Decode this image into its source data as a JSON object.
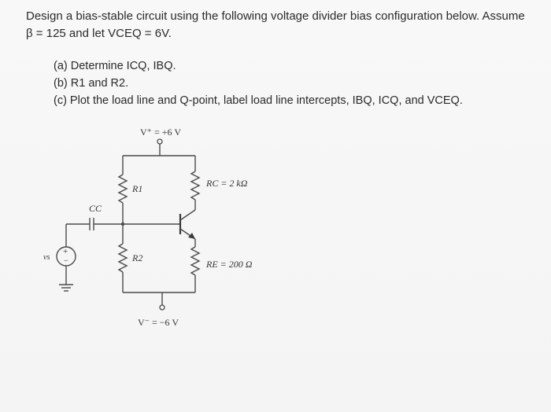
{
  "question": {
    "line1": "Design a bias-stable circuit using the following voltage divider bias configuration below. Assume",
    "line2": "β = 125 and let VCEQ = 6V."
  },
  "parts": [
    {
      "text": "(a) Determine ICQ, IBQ."
    },
    {
      "text": "(b) R1 and R2."
    },
    {
      "text": "(c) Plot the load line and Q-point, label load line intercepts, IBQ, ICQ, and VCEQ."
    }
  ],
  "circuit": {
    "vplus": "V⁺ = +6 V",
    "vminus": "V⁻ = −6 V",
    "r1": "R1",
    "r2": "R2",
    "rc": "RC = 2 kΩ",
    "re": "RE = 200 Ω",
    "cc": "CC",
    "vs": "vs",
    "src_plus": "+",
    "src_minus": "−"
  }
}
